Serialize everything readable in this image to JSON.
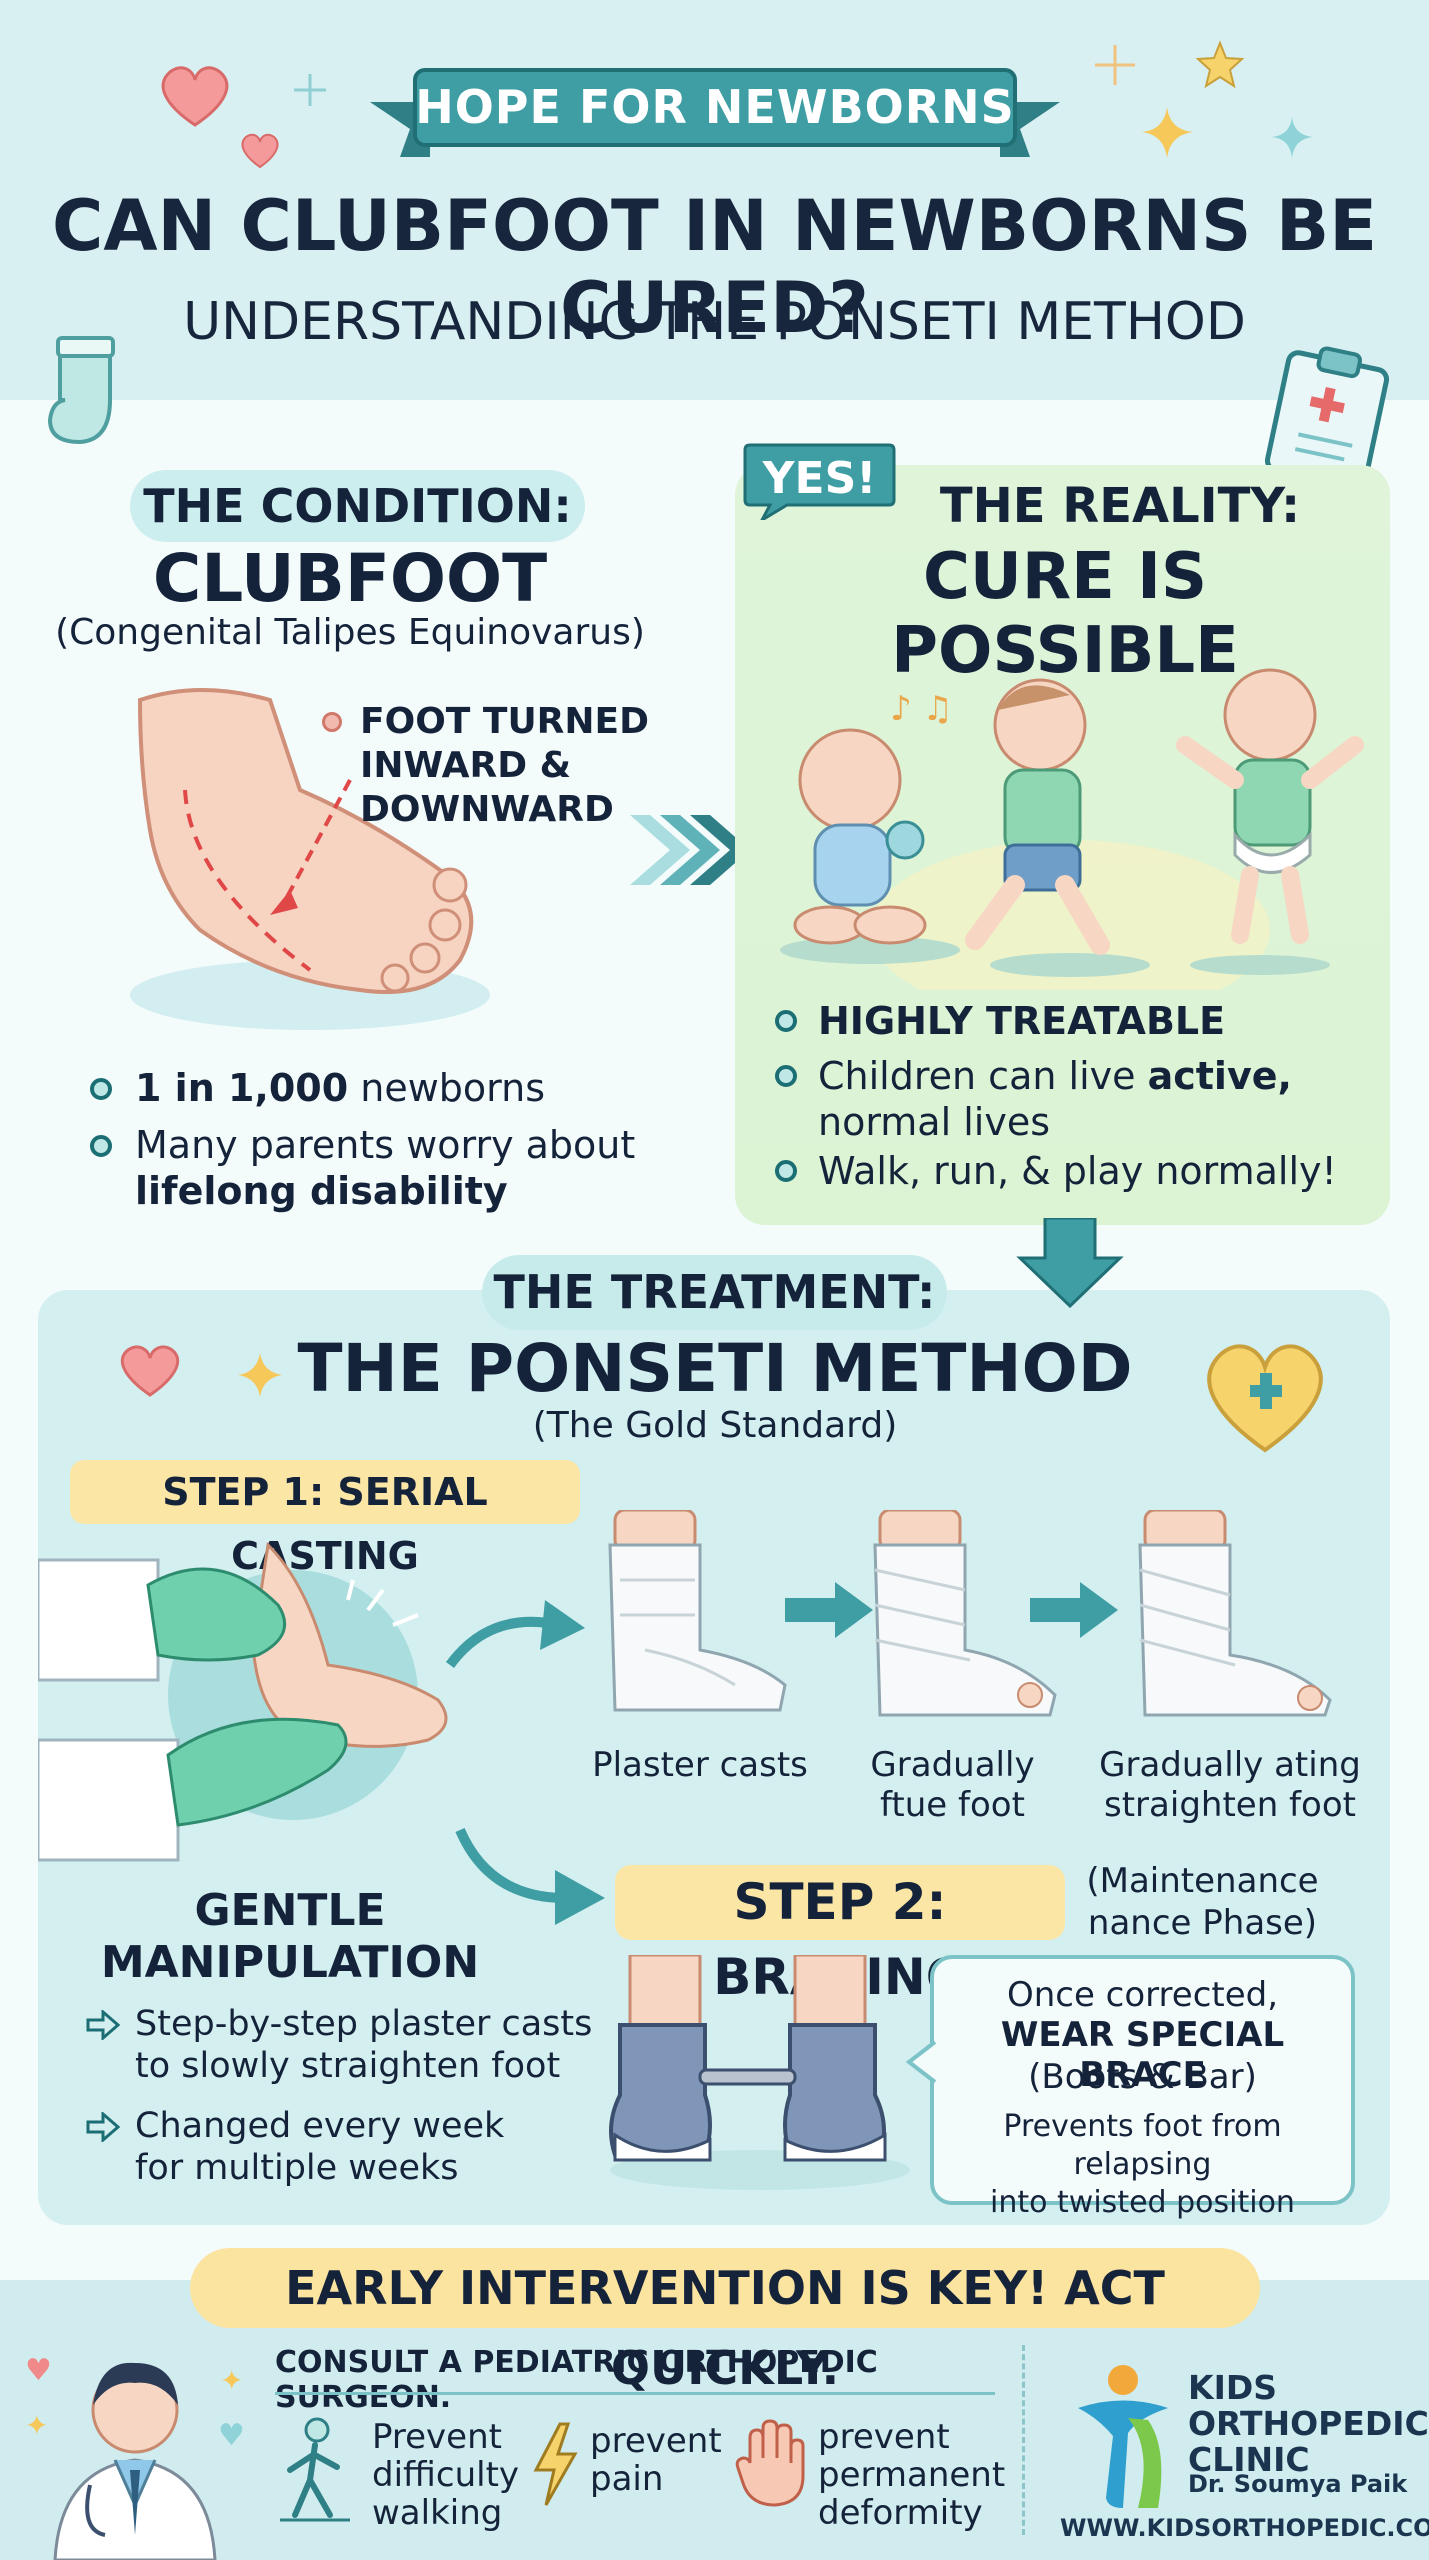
{
  "header": {
    "ribbon": "HOPE FOR NEWBORNS",
    "title": "CAN CLUBFOOT IN NEWBORNS BE CURED?",
    "subtitle": "UNDERSTANDING THE PONSETI METHOD"
  },
  "condition": {
    "pill": "THE CONDITION:",
    "name": "CLUBFOOT",
    "scientific": "(Congenital Talipes Equinovarus)",
    "foot_label": "FOOT TURNED INWARD & DOWNWARD",
    "bullet1_bold": "1 in 1,000",
    "bullet1_rest": " newborns",
    "bullet2_a": "Many parents worry about",
    "bullet2_bold": "lifelong disability"
  },
  "reality": {
    "badge": "YES!",
    "heading": "THE REALITY:",
    "name": "CURE IS POSSIBLE",
    "bullet1": "HIGHLY TREATABLE",
    "bullet2_a": "Children can live ",
    "bullet2_bold": "active,",
    "bullet2_b": "normal lives",
    "bullet3": "Walk, run, & play normally!"
  },
  "treatment": {
    "pill": "THE TREATMENT:",
    "name": "THE PONSETI METHOD",
    "sub": "(The Gold Standard)",
    "step1": "STEP 1: SERIAL CASTING",
    "cast1": "Plaster casts",
    "cast2_a": "Gradually",
    "cast2_b": "ftue foot",
    "cast3_a": "Gradually ating",
    "cast3_b": "straighten foot",
    "gentle": "GENTLE MANIPULATION",
    "gbullet1_a": "Step-by-step plaster casts",
    "gbullet1_b": "to slowly straighten foot",
    "gbullet2_a": "Changed every week",
    "gbullet2_b": "for multiple weeks",
    "step2": "STEP 2: BRACING",
    "maint_a": "(Maintenance",
    "maint_b": "nance Phase)",
    "brace1": "Once corrected,",
    "brace2": "WEAR SPECIAL BRACE",
    "brace3": "(Boots & Bar)",
    "brace4_a": "Prevents foot from relapsing",
    "brace4_b": "into twisted position"
  },
  "footer": {
    "early": "EARLY INTERVENTION IS KEY! ACT QUICKLY.",
    "consult": "CONSULT A PEDIATRIC ORTHOPEDIC SURGEON.",
    "item1_a": "Prevent",
    "item1_b": "difficulty",
    "item1_c": "walking",
    "item2_a": "prevent",
    "item2_b": "pain",
    "item3_a": "prevent",
    "item3_b": "permanent",
    "item3_c": "deformity",
    "clinic_a": "KIDS",
    "clinic_b": "ORTHOPEDIC",
    "clinic_c": "CLINIC",
    "doctor": "Dr. Soumya Paik",
    "url": "WWW.KIDSORTHOPEDIC.COM"
  },
  "colors": {
    "teal": "#2f8c92",
    "header_bg": "#d8f0f2",
    "reality_bg": "#dff4d9",
    "treatment_bg": "#d4eff0",
    "highlight": "#fbe6a6",
    "navy_text": "#14233a"
  },
  "icons": [
    "heart-icon",
    "sparkle-icon",
    "sock-icon",
    "clipboard-icon",
    "arrow-right-icon",
    "arrow-down-icon",
    "walking-person-icon",
    "lightning-icon",
    "hand-icon",
    "doctor-avatar",
    "clinic-logo"
  ]
}
